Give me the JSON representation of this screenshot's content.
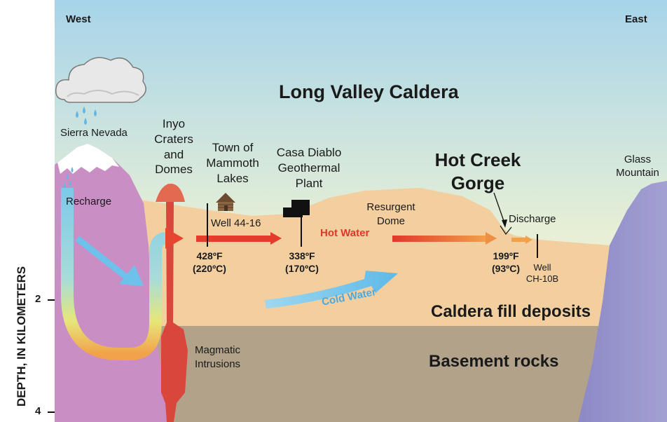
{
  "directions": {
    "west": "West",
    "east": "East"
  },
  "title": "Long Valley Caldera",
  "axis": {
    "label": "DEPTH, IN KILOMETERS",
    "tick_2": "2",
    "tick_4": "4"
  },
  "features": {
    "sierra_nevada": "Sierra Nevada",
    "recharge": "Recharge",
    "inyo": [
      "Inyo",
      "Craters",
      "and",
      "Domes"
    ],
    "mammoth": [
      "Town of",
      "Mammoth",
      "Lakes"
    ],
    "casa_diablo": [
      "Casa Diablo",
      "Geothermal",
      "Plant"
    ],
    "hot_creek": [
      "Hot Creek",
      "Gorge"
    ],
    "glass_mountain": [
      "Glass",
      "Mountain"
    ],
    "resurgent_dome": [
      "Resurgent",
      "Dome"
    ],
    "discharge": "Discharge",
    "well_44_16": "Well 44-16",
    "well_ch10b": [
      "Well",
      "CH-10B"
    ],
    "hot_water": "Hot Water",
    "cold_water": "Cold Water",
    "caldera_fill": "Caldera fill deposits",
    "basement": "Basement rocks",
    "magmatic": [
      "Magmatic",
      "Intrusions"
    ]
  },
  "temperatures": [
    {
      "f": "428ºF",
      "c": "(220ºC)"
    },
    {
      "f": "338ºF",
      "c": "(170ºC)"
    },
    {
      "f": "199ºF",
      "c": "(93ºC)"
    }
  ],
  "colors": {
    "sky_top": "#aad6ec",
    "sky_bottom": "#fbf1c6",
    "fill_deposits": "#f3cfa0",
    "basement": "#b3a28a",
    "sierra": "#c98fc4",
    "glass_mountain": "#9a97cd",
    "magma": "#d94a3e",
    "hot_water": "#e43b2c",
    "cold_water": "#6ec1ea",
    "title_text": "#1a1a1a"
  }
}
